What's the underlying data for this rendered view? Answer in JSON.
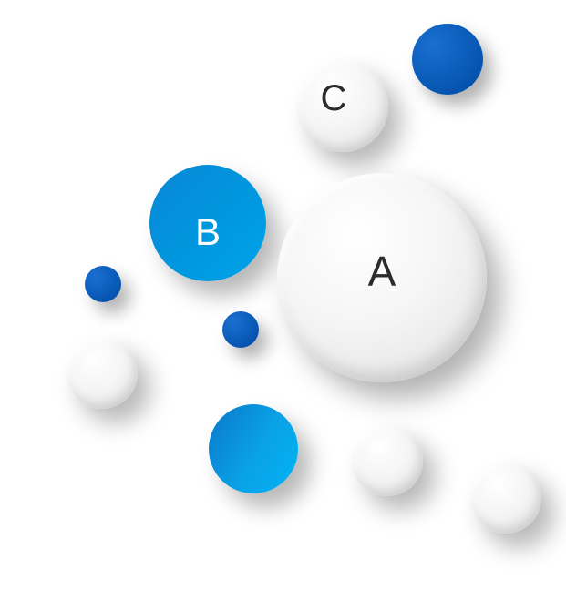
{
  "circles": {
    "a": {
      "label": "A"
    },
    "b": {
      "label": "B"
    },
    "c": {
      "label": "C"
    }
  },
  "colors": {
    "dark_blue": "#0a5bb8",
    "mid_blue": "#0096dd",
    "light_blue": "#00b4f5",
    "white": "#f2f2f2",
    "text_dark": "#2b2b2b",
    "text_light": "#ffffff"
  }
}
